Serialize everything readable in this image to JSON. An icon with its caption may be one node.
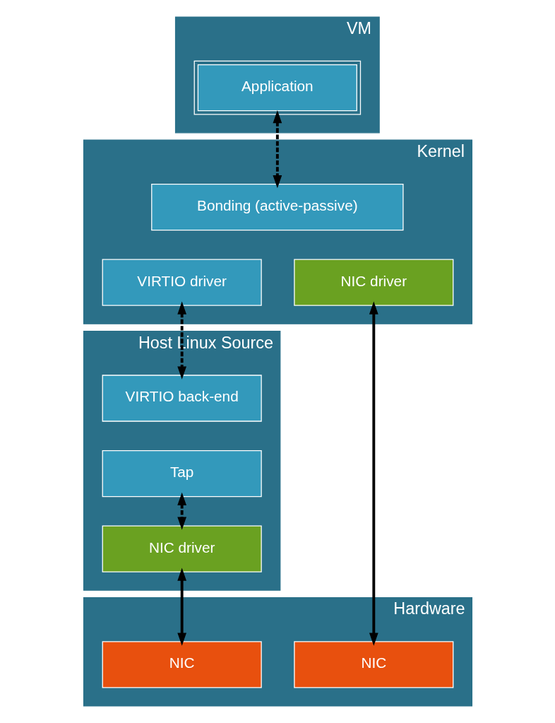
{
  "diagram": {
    "nodes": [
      {
        "text": [
          "VM"
        ]
      },
      {
        "text": [
          "Application"
        ],
        "in": 0
      },
      {
        "text": [
          "Kernel"
        ]
      },
      {
        "text": [
          "Bonding (active-passive)"
        ],
        "in": 2
      },
      {
        "text": [
          "NIC driver"
        ],
        "in": 2
      },
      {
        "text": [
          "VIRTIO driver"
        ],
        "in": 2
      },
      {
        "text": [
          "Host Linux Source"
        ]
      },
      {
        "text": [
          "VIRTIO back-end"
        ],
        "in": 6
      },
      {
        "text": [
          "Tap"
        ],
        "in": 6
      },
      {
        "text": [
          "NIC driver"
        ],
        "in": 6
      },
      {
        "text": [
          "Hardware"
        ]
      },
      {
        "text": [
          "NIC"
        ],
        "in": 10
      },
      {
        "text": [
          "NIC"
        ],
        "in": 10
      }
    ],
    "edges": [
      {
        "from": 1,
        "to": 3,
        "arrow": "both",
        "style": "dashed"
      },
      {
        "from": 4,
        "to": 11,
        "arrow": "both"
      },
      {
        "from": 5,
        "to": 7,
        "arrow": "both",
        "style": "dashed"
      },
      {
        "from": 8,
        "to": 9,
        "arrow": "both",
        "style": "dashed"
      },
      {
        "from": 9,
        "to": 12,
        "arrow": "both"
      }
    ]
  }
}
